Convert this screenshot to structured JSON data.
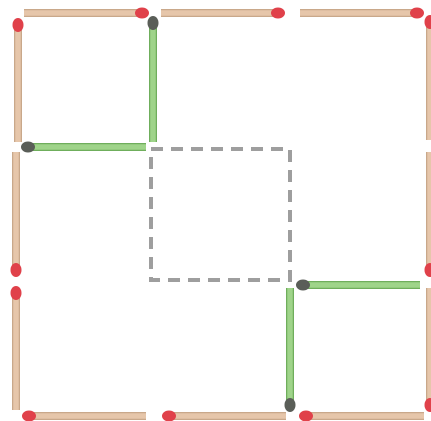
{
  "puzzle": {
    "colors": {
      "background": "#ffffff",
      "stick": "#e6c6aa",
      "stick_edge": "#c9a88a",
      "moved_stick": "#9fd48a",
      "moved_stick_edge": "#6fae5c",
      "head_unburnt": "#e0414a",
      "head_burnt": "#5a5e58",
      "empty_slot": "#9e9e9e"
    },
    "matches": [
      {
        "id": "top-1",
        "orientation": "horizontal",
        "state": "original",
        "head": "unburnt"
      },
      {
        "id": "top-2",
        "orientation": "horizontal",
        "state": "original",
        "head": "unburnt"
      },
      {
        "id": "top-3",
        "orientation": "horizontal",
        "state": "original",
        "head": "unburnt"
      },
      {
        "id": "left-1",
        "orientation": "vertical",
        "state": "original",
        "head": "unburnt"
      },
      {
        "id": "mid-vertical-1",
        "orientation": "vertical",
        "state": "moved",
        "head": "burnt"
      },
      {
        "id": "right-1",
        "orientation": "vertical",
        "state": "original",
        "head": "unburnt"
      },
      {
        "id": "mid-horizontal-1",
        "orientation": "horizontal",
        "state": "moved",
        "head": "burnt"
      },
      {
        "id": "left-2",
        "orientation": "vertical",
        "state": "original",
        "head": "unburnt"
      },
      {
        "id": "right-2",
        "orientation": "vertical",
        "state": "original",
        "head": "unburnt"
      },
      {
        "id": "mid-horizontal-2",
        "orientation": "horizontal",
        "state": "moved",
        "head": "burnt"
      },
      {
        "id": "left-3",
        "orientation": "vertical",
        "state": "original",
        "head": "unburnt"
      },
      {
        "id": "mid-vertical-2",
        "orientation": "vertical",
        "state": "moved",
        "head": "burnt"
      },
      {
        "id": "right-3",
        "orientation": "vertical",
        "state": "original",
        "head": "unburnt"
      },
      {
        "id": "bottom-1",
        "orientation": "horizontal",
        "state": "original",
        "head": "unburnt"
      },
      {
        "id": "bottom-2",
        "orientation": "horizontal",
        "state": "original",
        "head": "unburnt"
      },
      {
        "id": "bottom-3",
        "orientation": "horizontal",
        "state": "original",
        "head": "unburnt"
      }
    ],
    "empty_slots": [
      {
        "id": "center-square"
      }
    ]
  }
}
